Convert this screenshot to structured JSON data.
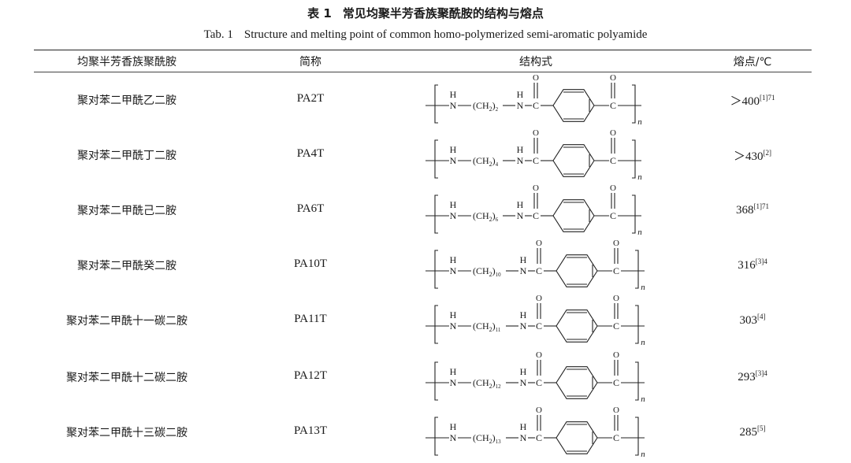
{
  "caption": {
    "cn_label": "表 1",
    "cn_title": "常见均聚半芳香族聚酰胺的结构与熔点",
    "en_label": "Tab. 1",
    "en_title": "Structure and melting point of common homo-polymerized semi-aromatic polyamide"
  },
  "headers": {
    "name": "均聚半芳香族聚酰胺",
    "abbr": "简称",
    "structure": "结构式",
    "mp": "熔点/℃"
  },
  "rows": [
    {
      "name": "聚对苯二甲酰乙二胺",
      "abbr": "PA2T",
      "n": "2",
      "mp_prefix": "＞",
      "mp": "400",
      "mp_ref": "[1]71"
    },
    {
      "name": "聚对苯二甲酰丁二胺",
      "abbr": "PA4T",
      "n": "4",
      "mp_prefix": "＞",
      "mp": "430",
      "mp_ref": "[2]"
    },
    {
      "name": "聚对苯二甲酰己二胺",
      "abbr": "PA6T",
      "n": "6",
      "mp_prefix": "",
      "mp": "368",
      "mp_ref": "[1]71"
    },
    {
      "name": "聚对苯二甲酰癸二胺",
      "abbr": "PA10T",
      "n": "10",
      "mp_prefix": "",
      "mp": "316",
      "mp_ref": "[3]4"
    },
    {
      "name": "聚对苯二甲酰十一碳二胺",
      "abbr": "PA11T",
      "n": "11",
      "mp_prefix": "",
      "mp": "303",
      "mp_ref": "[4]"
    },
    {
      "name": "聚对苯二甲酰十二碳二胺",
      "abbr": "PA12T",
      "n": "12",
      "mp_prefix": "",
      "mp": "293",
      "mp_ref": "[3]4"
    },
    {
      "name": "聚对苯二甲酰十三碳二胺",
      "abbr": "PA13T",
      "n": "13",
      "mp_prefix": "",
      "mp": "285",
      "mp_ref": "[5]"
    }
  ],
  "formula": {
    "h": "H",
    "n_atom": "N",
    "dash": "—",
    "ch2": "(CH",
    "ch2_sub": "2",
    "ch2_close": ")",
    "o": "O",
    "c": "C",
    "repeat": "n"
  }
}
